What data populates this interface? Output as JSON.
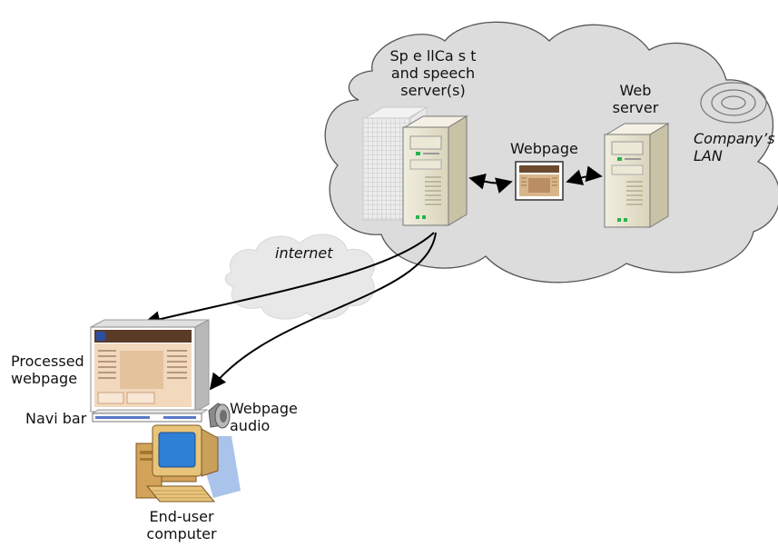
{
  "labels": {
    "spellcast_line1": "Sp e llCa s t",
    "spellcast_line2": "and speech",
    "spellcast_line3": "server(s)",
    "web_server_line1": "Web",
    "web_server_line2": "server",
    "webpage": "Webpage",
    "company_lan_line1": "Company’s",
    "company_lan_line2": "LAN",
    "internet": "internet",
    "processed_line1": "Processed",
    "processed_line2": "webpage",
    "navi_bar": "Navi bar",
    "audio_line1": "Webpage",
    "audio_line2": "audio",
    "end_user_line1": "End-user",
    "end_user_line2": "computer"
  },
  "colors": {
    "cloud_fill": "#dcdcdc",
    "cloud_stroke": "#555555",
    "server_body": "#e6e2cf",
    "server_led": "#27b34b",
    "monitor_body": "#e8c47a",
    "monitor_screen": "#2e7fd6",
    "pc_body": "#d4a35a",
    "arrow": "#000000"
  },
  "icons": {
    "speech_server": "server-tower-icon",
    "web_server": "server-tower-icon",
    "webpage": "webpage-thumbnail-icon",
    "company_lan": "concentric-rings-icon",
    "speaker": "speaker-icon",
    "computer": "desktop-computer-icon"
  }
}
